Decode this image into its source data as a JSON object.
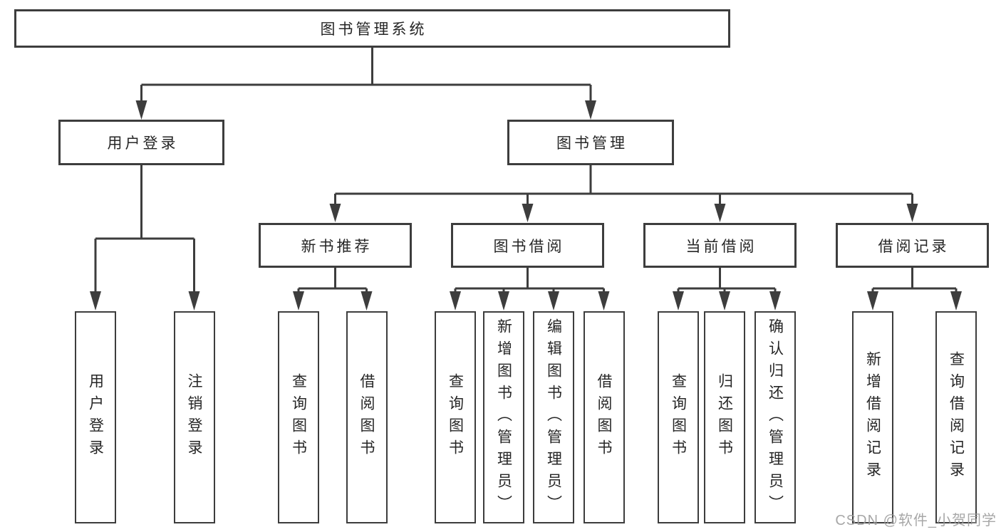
{
  "nodes": {
    "root": "图书管理系统",
    "user_login": "用户登录",
    "book_mgmt": "图书管理",
    "new_book_rec": "新书推荐",
    "book_borrow": "图书借阅",
    "current_borrow": "当前借阅",
    "borrow_records": "借阅记录",
    "leaf_user_login": "用户登录",
    "leaf_logout": "注销登录",
    "leaf_query_books_rec": "查询图书",
    "leaf_borrow_books_rec": "借阅图书",
    "leaf_query_books_borrow": "查询图书",
    "leaf_add_book_admin": "新增图书（管理员）",
    "leaf_edit_book_admin": "编辑图书（管理员）",
    "leaf_borrow_book": "借阅图书",
    "leaf_query_books_current": "查询图书",
    "leaf_return_book": "归还图书",
    "leaf_confirm_return_admin": "确认归还（管理员）",
    "leaf_add_borrow_record": "新增借阅记录",
    "leaf_query_borrow_record": "查询借阅记录"
  },
  "watermark": "CSDN @软件_小贺同学",
  "colors": {
    "line": "#3d3d3d",
    "box_border": "#3d3d3d",
    "text": "#262626",
    "watermark": "#9b9b9b",
    "background": "#ffffff"
  }
}
